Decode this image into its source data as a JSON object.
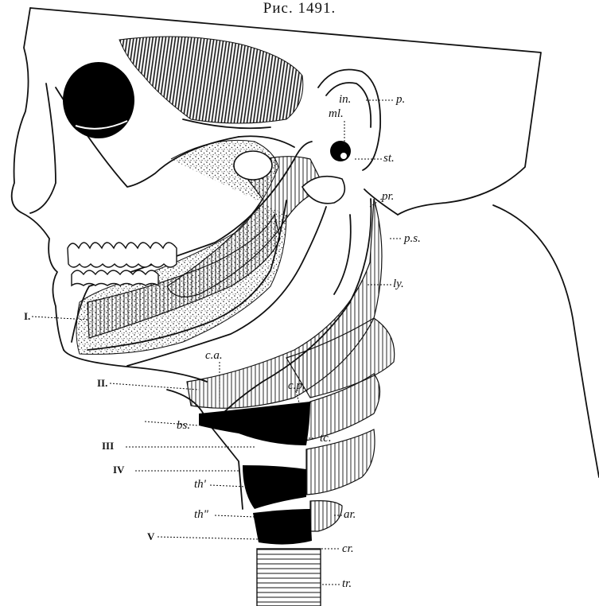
{
  "figure": {
    "title": "Рис. 1491.",
    "labels": {
      "in": "in.",
      "p": "p.",
      "ml": "ml.",
      "st": "st.",
      "pr": "pr.",
      "ps": "p.s.",
      "ly": "ly.",
      "I": "I.",
      "ca": "c.a.",
      "II": "II.",
      "cp": "c.p.",
      "bs": "bs.",
      "III": "III",
      "tc": "tc.",
      "IV": "IV",
      "th1": "th'",
      "th2": "th\"",
      "ar": "ar.",
      "V": "V",
      "cr": "cr.",
      "tr": "tr."
    }
  }
}
